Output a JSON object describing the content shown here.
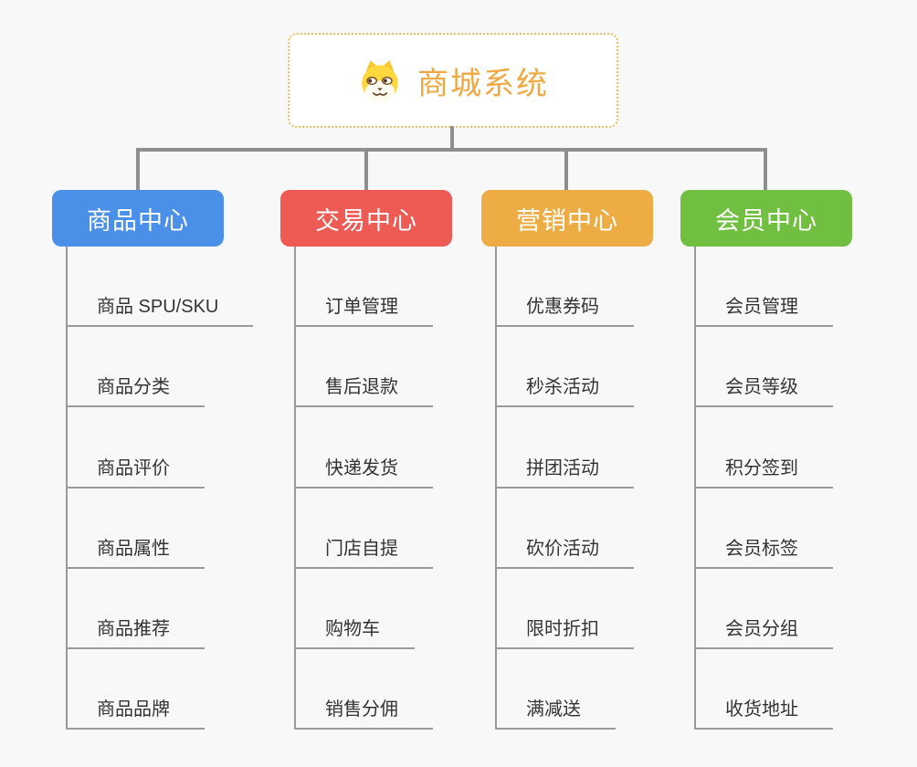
{
  "canvas": {
    "background": "#f8f8f8"
  },
  "root": {
    "title": "商城系统",
    "title_color": "#f0a843",
    "border_color": "#f3bc63",
    "icon": "shiba-dog-icon"
  },
  "connectors": {
    "tree_color": "#8e8e8e",
    "child_line_color": "#9a9a9a"
  },
  "branches": [
    {
      "label": "商品中心",
      "color": "#4a8fe8",
      "children": [
        "商品 SPU/SKU",
        "商品分类",
        "商品评价",
        "商品属性",
        "商品推荐",
        "商品品牌"
      ]
    },
    {
      "label": "交易中心",
      "color": "#ee5b55",
      "children": [
        "订单管理",
        "售后退款",
        "快递发货",
        "门店自提",
        "购物车",
        "销售分佣"
      ]
    },
    {
      "label": "营销中心",
      "color": "#edad44",
      "children": [
        "优惠券码",
        "秒杀活动",
        "拼团活动",
        "砍价活动",
        "限时折扣",
        "满减送"
      ]
    },
    {
      "label": "会员中心",
      "color": "#70bf41",
      "children": [
        "会员管理",
        "会员等级",
        "积分签到",
        "会员标签",
        "会员分组",
        "收货地址"
      ]
    }
  ]
}
